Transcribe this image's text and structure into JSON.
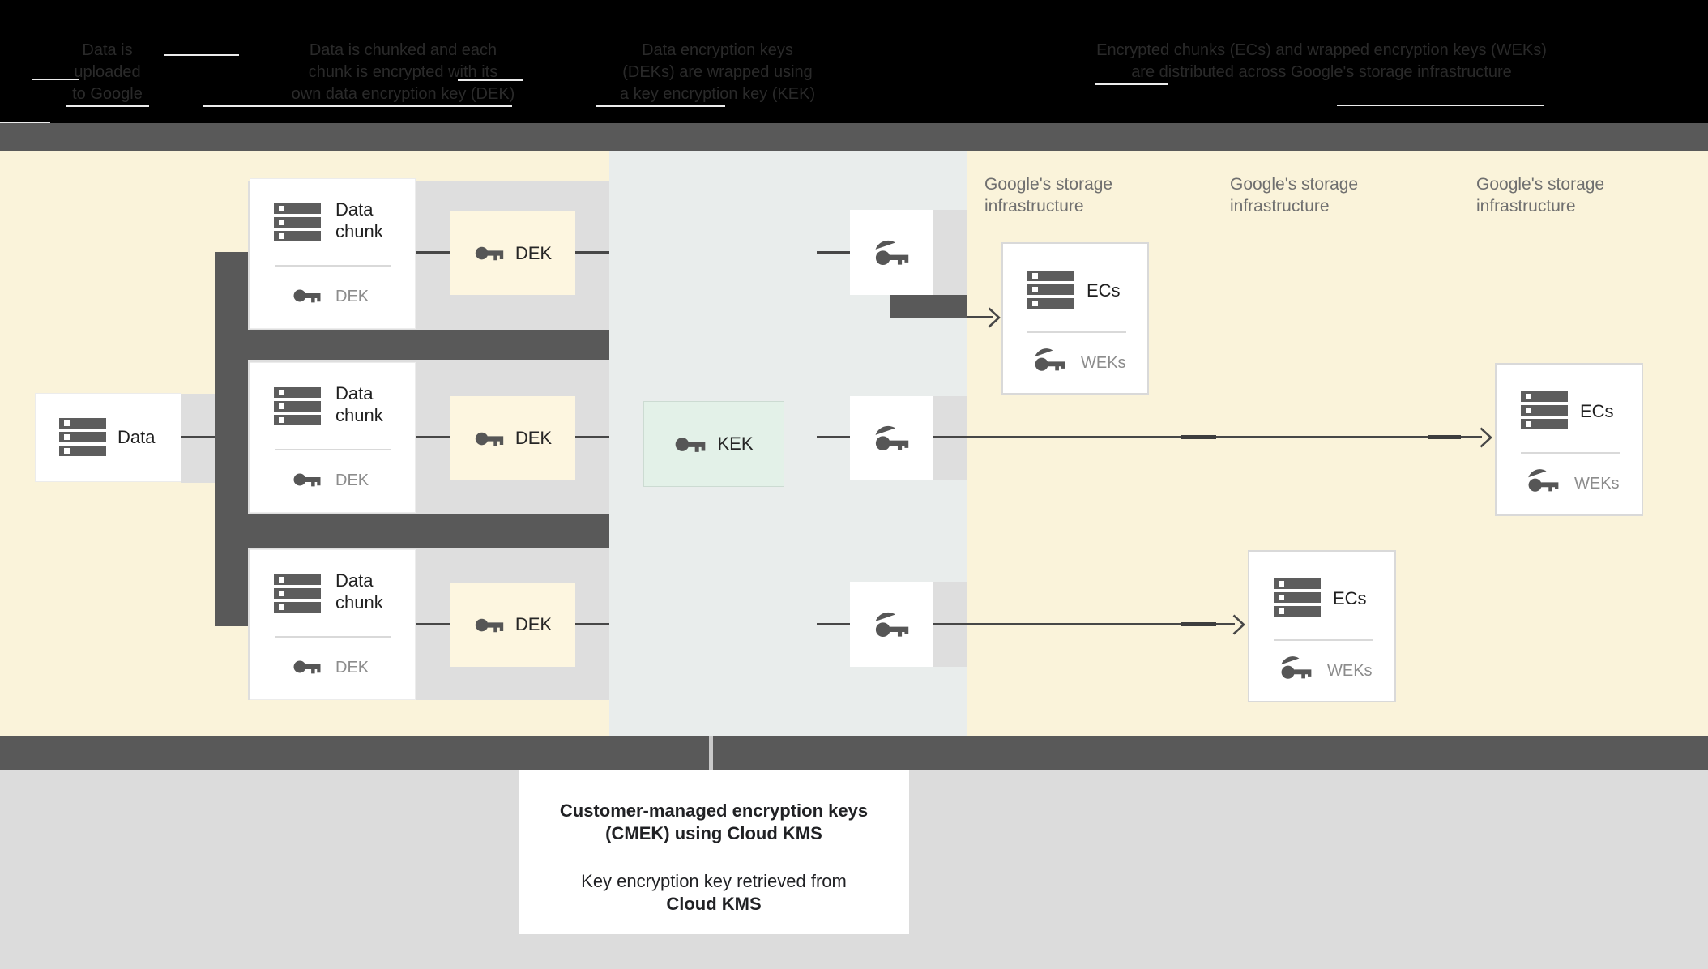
{
  "header": {
    "steps": [
      {
        "line1": "Data is",
        "line2": "uploaded",
        "line3": "to Google"
      },
      {
        "line1": "Data is chunked and each",
        "line2": "chunk is encrypted with its",
        "line3": "own data encryption key (DEK)"
      },
      {
        "line1": "Data encryption keys",
        "line2": "(DEKs) are wrapped using",
        "line3": "a key encryption key (KEK)"
      },
      {
        "line1": "Encrypted chunks (ECs) and wrapped encryption keys (WEKs)",
        "line2": "are distributed across Google's storage infrastructure",
        "line3": ""
      }
    ]
  },
  "diagram": {
    "data_box": {
      "label": "Data"
    },
    "chunk_boxes": [
      {
        "title_line1": "Data",
        "title_line2": "chunk",
        "key_label": "DEK"
      },
      {
        "title_line1": "Data",
        "title_line2": "chunk",
        "key_label": "DEK"
      },
      {
        "title_line1": "Data",
        "title_line2": "chunk",
        "key_label": "DEK"
      }
    ],
    "dek_boxes": [
      {
        "label": "DEK"
      },
      {
        "label": "DEK"
      },
      {
        "label": "DEK"
      }
    ],
    "kek_box": {
      "label": "KEK"
    },
    "storage_labels": [
      {
        "line1": "Google's storage",
        "line2": "infrastructure"
      },
      {
        "line1": "Google's storage",
        "line2": "infrastructure"
      },
      {
        "line1": "Google's storage",
        "line2": "infrastructure"
      }
    ],
    "ec_boxes": [
      {
        "title": "ECs",
        "key_label": "WEKs"
      },
      {
        "title": "ECs",
        "key_label": "WEKs"
      },
      {
        "title": "ECs",
        "key_label": "WEKs"
      }
    ]
  },
  "caption": {
    "heading_line1": "Customer-managed encryption keys",
    "heading_line2": "(CMEK) using Cloud KMS",
    "body_line1": "Key encryption key retrieved from",
    "body_line2": "Cloud KMS"
  },
  "colors": {
    "header_bg": "#000000",
    "divider_bar": "#595959",
    "diagram_bg": "#faf3da",
    "kms_column_bg": "#e9edec",
    "row_band": "#dedede",
    "dek_fill": "#fdf6e0",
    "kek_fill": "#e3f1e8",
    "footer_bg": "#dcdcdc",
    "line": "#474747",
    "icon_gray": "#5d5d5d",
    "muted_text": "#8c8c8c"
  }
}
